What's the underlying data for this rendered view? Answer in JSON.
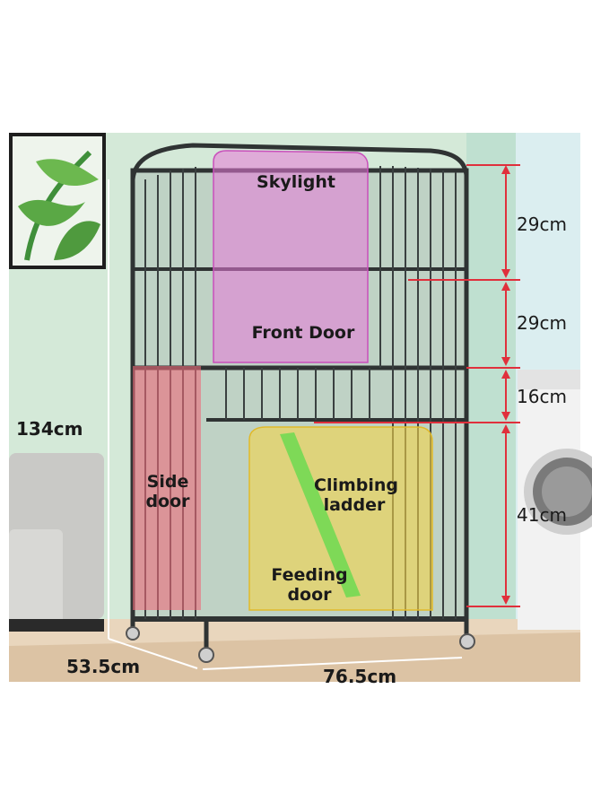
{
  "zones": {
    "skylight": "Skylight",
    "front_door": "Front Door",
    "side_door": [
      "Side",
      "door"
    ],
    "climbing_ladder": [
      "Climbing",
      "ladder"
    ],
    "feeding_door": [
      "Feeding",
      "door"
    ]
  },
  "dimensions": {
    "tier_1": "29cm",
    "tier_2": "29cm",
    "tier_3": "16cm",
    "tier_4": "41cm",
    "total_height": "134cm",
    "depth": "53.5cm",
    "width": "76.5cm"
  },
  "colors": {
    "skylight_overlay": "#e879d8",
    "side_door_overlay": "#ef6b7a",
    "feeding_door_overlay": "#f3d44a",
    "ladder": "#7ed957",
    "dimension_line": "#e0303c",
    "wall": "#cfe6d4",
    "floor": "#e6d4bc"
  }
}
